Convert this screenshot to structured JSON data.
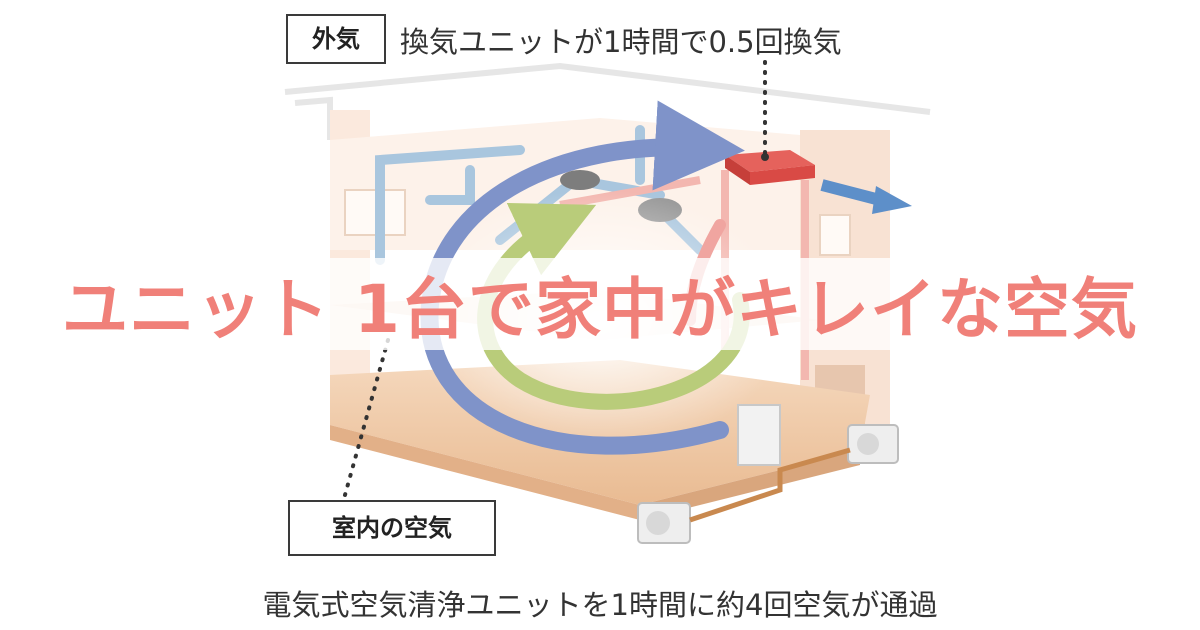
{
  "labels": {
    "outer_air": "外気",
    "outer_air_caption": "換気ユニットが1時間で0.5回換気",
    "indoor_air": "室内の空気",
    "indoor_air_caption": "電気式空気清浄ユニットを1時間に約4回空気が通過"
  },
  "headline": "ユニット 1台で家中がキレイな空気",
  "colors": {
    "headline": "#f08079",
    "blue_arrow": "#7f93c9",
    "green_arrow": "#b9cc7a",
    "pink_arrow": "#f0a5a0",
    "duct_blue": "#a9c6de",
    "floor": "#edc6a2",
    "unit_red": "#d94a45"
  }
}
